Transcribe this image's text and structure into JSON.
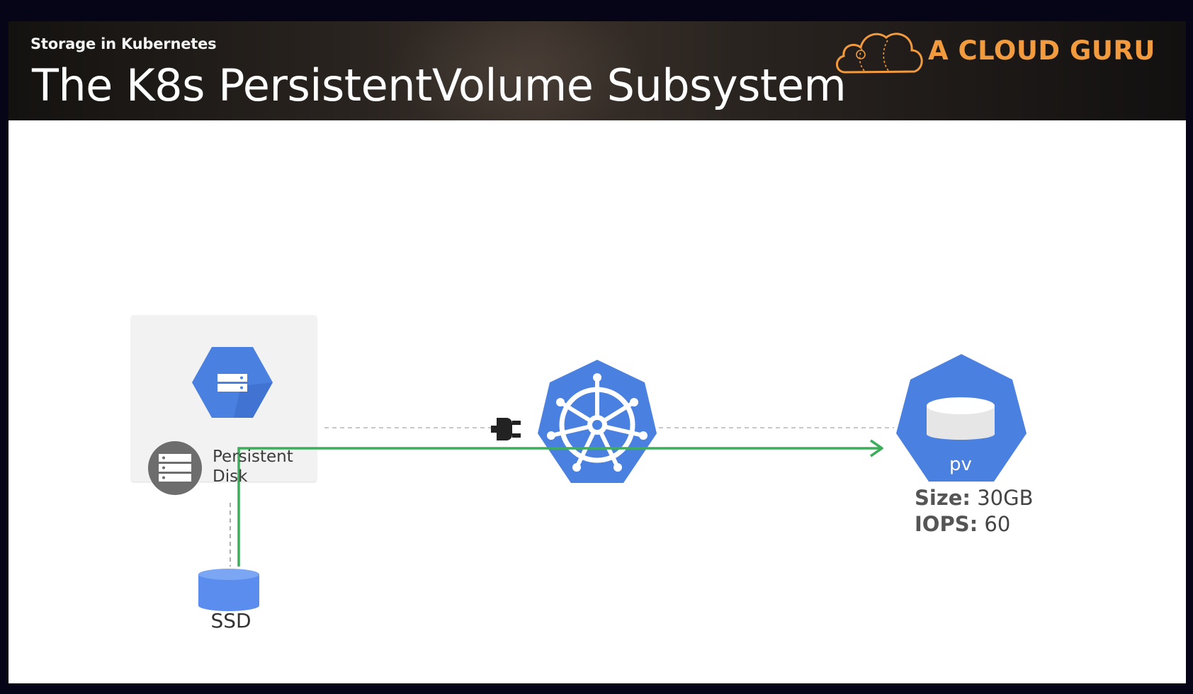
{
  "header": {
    "subtitle": "Storage in Kubernetes",
    "title": "The K8s PersistentVolume Subsystem",
    "logo_text": "A CLOUD GURU"
  },
  "diagram": {
    "persistent_disk": {
      "label_line1": "Persistent",
      "label_line2": "Disk"
    },
    "ssd": {
      "label": "SSD"
    },
    "pv": {
      "label": "pv",
      "size_key": "Size:",
      "size_value": "30GB",
      "iops_key": "IOPS:",
      "iops_value": "60"
    }
  },
  "colors": {
    "accent_blue": "#4a80e0",
    "storage_blue": "#5b8def",
    "arrow_green": "#3cae5a",
    "logo_orange": "#f19a3e",
    "disk_grey": "#6d6d6d"
  },
  "icons": [
    "cloud-logo-icon",
    "cloud-storage-icon",
    "persistent-disk-icon",
    "ssd-cylinder-icon",
    "plug-icon",
    "kubernetes-helm-icon",
    "pv-disk-icon"
  ]
}
